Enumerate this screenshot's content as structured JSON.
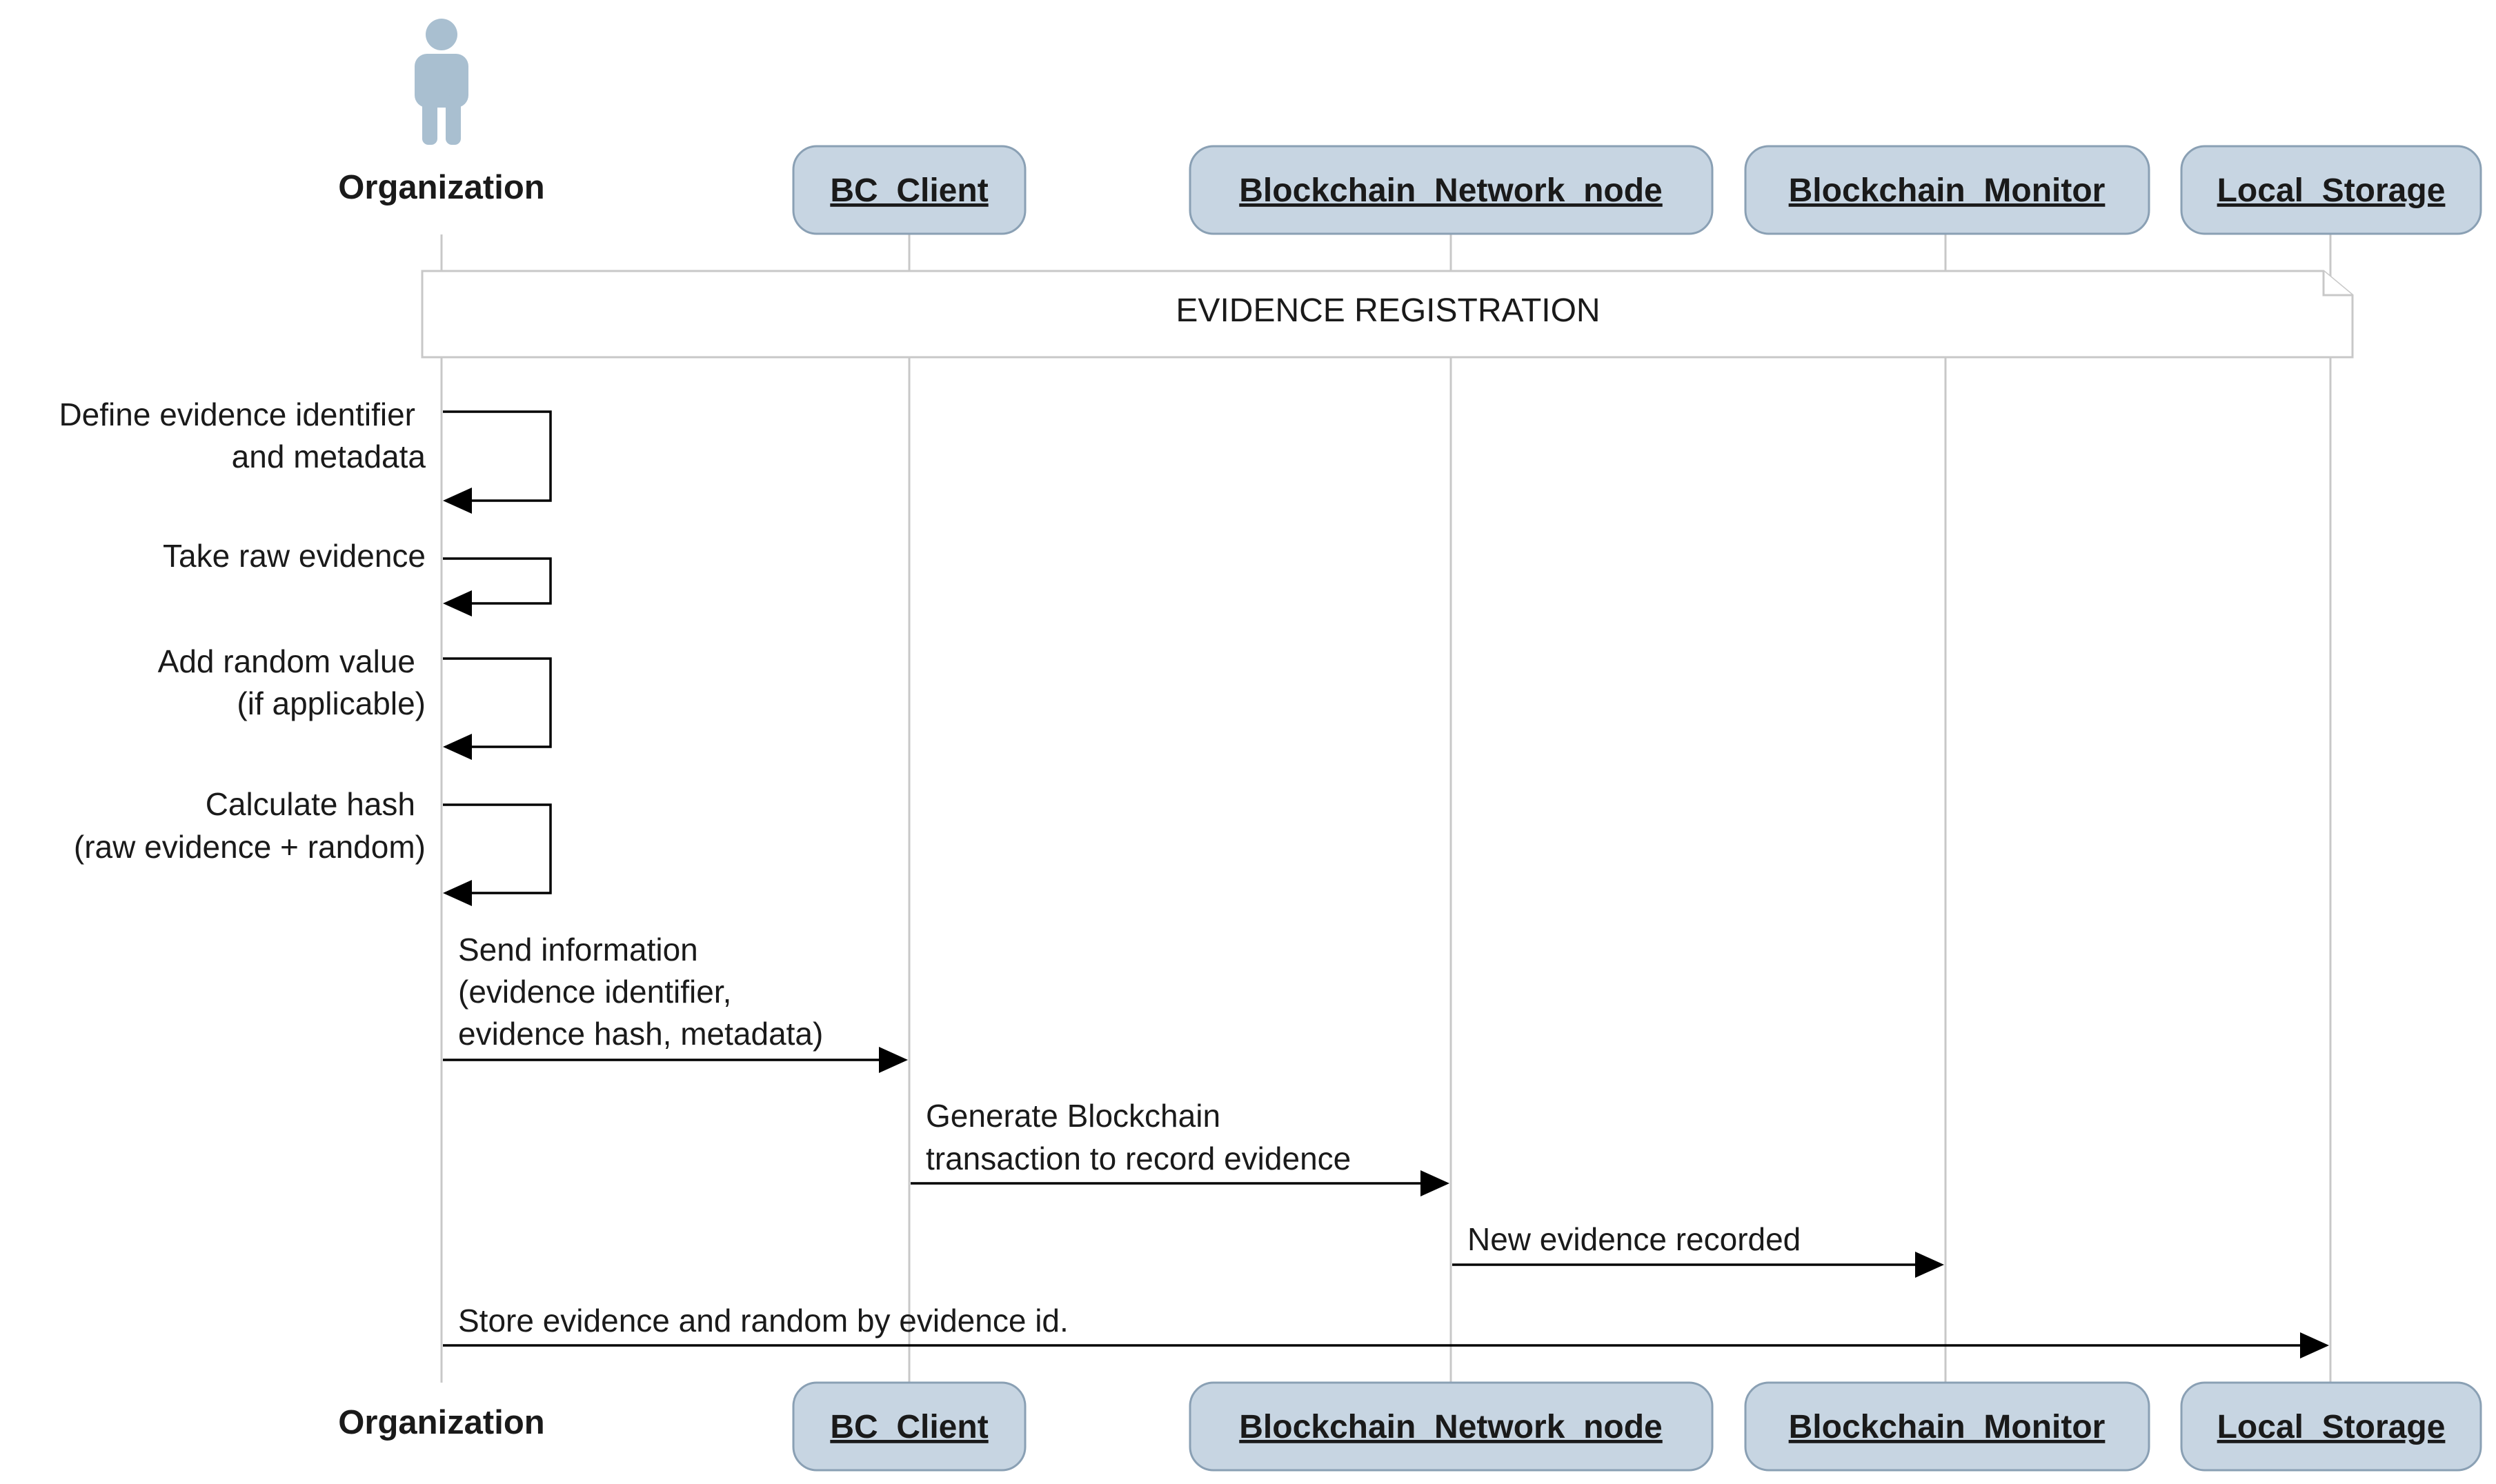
{
  "participants": [
    {
      "id": "organization",
      "label": "Organization",
      "kind": "actor"
    },
    {
      "id": "bc_client",
      "label": "BC_Client",
      "kind": "box"
    },
    {
      "id": "network_node",
      "label": "Blockchain_Network_node",
      "kind": "box"
    },
    {
      "id": "monitor",
      "label": "Blockchain_Monitor",
      "kind": "box"
    },
    {
      "id": "storage",
      "label": "Local_Storage",
      "kind": "box"
    }
  ],
  "note": {
    "title": "EVIDENCE REGISTRATION"
  },
  "self_messages": [
    {
      "lines": [
        "Define evidence identifier",
        "and metadata"
      ]
    },
    {
      "lines": [
        "Take raw evidence"
      ]
    },
    {
      "lines": [
        "Add random value",
        "(if applicable)"
      ]
    },
    {
      "lines": [
        "Calculate hash",
        "(raw evidence + random)"
      ]
    }
  ],
  "messages": [
    {
      "from": "organization",
      "to": "bc_client",
      "lines": [
        "Send information",
        "(evidence identifier,",
        "evidence hash, metadata)"
      ]
    },
    {
      "from": "bc_client",
      "to": "network_node",
      "lines": [
        "Generate Blockchain",
        "transaction to record evidence"
      ]
    },
    {
      "from": "network_node",
      "to": "monitor",
      "lines": [
        "New evidence recorded"
      ]
    },
    {
      "from": "organization",
      "to": "storage",
      "lines": [
        "Store evidence and random by evidence id."
      ]
    }
  ],
  "colors": {
    "participant_fill": "#c7d5e2",
    "participant_border": "#8aa0b4",
    "actor": "#a9bfd0",
    "lifeline": "#c8c8c8",
    "arrow": "#000000"
  },
  "icons": {
    "actor": "person-icon"
  }
}
